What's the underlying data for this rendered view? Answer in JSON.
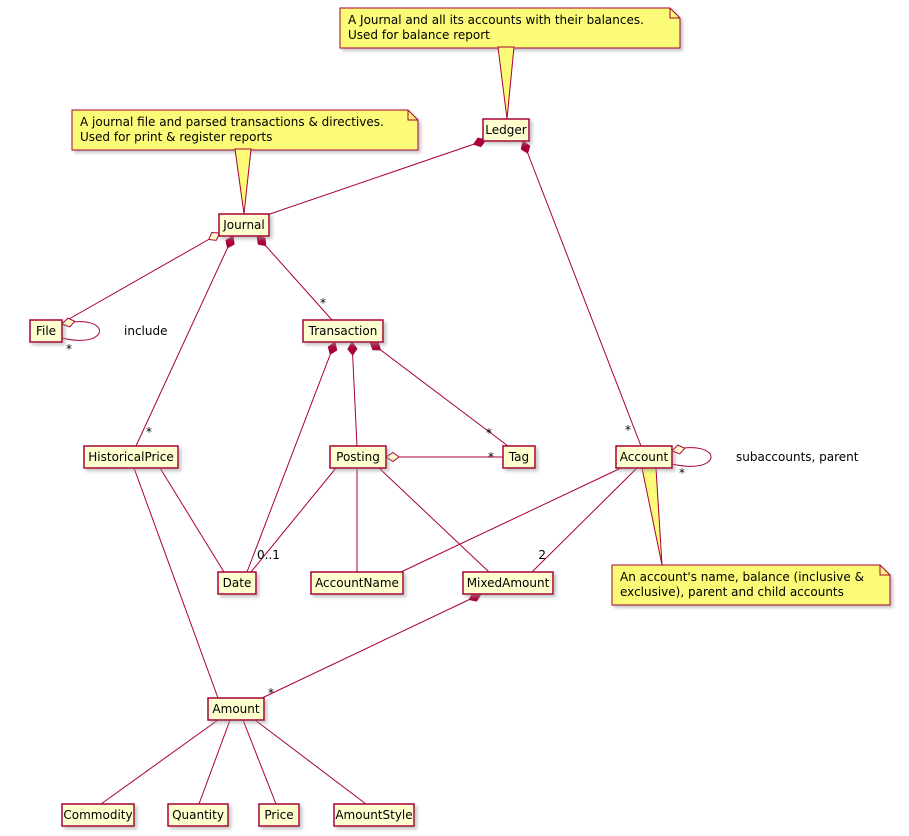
{
  "diagram": {
    "kind": "uml-class-diagram",
    "classes": {
      "ledger": "Ledger",
      "journal": "Journal",
      "file": "File",
      "transaction": "Transaction",
      "historical_price": "HistoricalPrice",
      "posting": "Posting",
      "tag": "Tag",
      "account": "Account",
      "date": "Date",
      "account_name": "AccountName",
      "mixed_amount": "MixedAmount",
      "amount": "Amount",
      "commodity": "Commodity",
      "quantity": "Quantity",
      "price": "Price",
      "amount_style": "AmountStyle"
    },
    "notes": {
      "balance_note": {
        "l1": "A Journal and all its accounts with their balances.",
        "l2": "Used for balance report"
      },
      "journal_note": {
        "l1": "A journal file and parsed transactions & directives.",
        "l2": "Used for print & register reports"
      },
      "account_note": {
        "l1": "An account's name, balance (inclusive &",
        "l2": "exclusive), parent and child accounts"
      }
    },
    "labels": {
      "many": "*",
      "optional": "0..1",
      "two": "2",
      "include": "include",
      "subaccounts_parent": "subaccounts, parent"
    },
    "colors": {
      "class_fill": "#fefece",
      "note_fill": "#fbfb77",
      "border": "#a80036",
      "line": "#a80036",
      "background": "#ffffff"
    },
    "relationships": [
      {
        "from": "Ledger",
        "to": "Journal",
        "type": "composition"
      },
      {
        "from": "Ledger",
        "to": "Account",
        "type": "composition",
        "multiplicity": "*"
      },
      {
        "from": "Journal",
        "to": "File",
        "type": "aggregation"
      },
      {
        "from": "File",
        "to": "File",
        "type": "aggregation",
        "label": "include",
        "multiplicity": "*"
      },
      {
        "from": "Journal",
        "to": "Transaction",
        "type": "composition",
        "multiplicity": "*"
      },
      {
        "from": "Journal",
        "to": "HistoricalPrice",
        "type": "composition",
        "multiplicity": "*"
      },
      {
        "from": "Transaction",
        "to": "Posting",
        "type": "composition"
      },
      {
        "from": "Transaction",
        "to": "Tag",
        "type": "composition",
        "multiplicity": "*"
      },
      {
        "from": "Transaction",
        "to": "Date",
        "type": "composition"
      },
      {
        "from": "Posting",
        "to": "Tag",
        "type": "aggregation",
        "multiplicity": "*"
      },
      {
        "from": "Posting",
        "to": "Date",
        "type": "association",
        "multiplicity": "0..1"
      },
      {
        "from": "Posting",
        "to": "AccountName",
        "type": "association"
      },
      {
        "from": "Posting",
        "to": "MixedAmount",
        "type": "association"
      },
      {
        "from": "Account",
        "to": "AccountName",
        "type": "association"
      },
      {
        "from": "Account",
        "to": "MixedAmount",
        "type": "association",
        "multiplicity": "2"
      },
      {
        "from": "Account",
        "to": "Account",
        "type": "aggregation",
        "label": "subaccounts, parent",
        "multiplicity": "*"
      },
      {
        "from": "HistoricalPrice",
        "to": "Date",
        "type": "association"
      },
      {
        "from": "HistoricalPrice",
        "to": "Amount",
        "type": "association"
      },
      {
        "from": "MixedAmount",
        "to": "Amount",
        "type": "composition",
        "multiplicity": "*"
      },
      {
        "from": "Amount",
        "to": "Commodity",
        "type": "association"
      },
      {
        "from": "Amount",
        "to": "Quantity",
        "type": "association"
      },
      {
        "from": "Amount",
        "to": "Price",
        "type": "association"
      },
      {
        "from": "Amount",
        "to": "AmountStyle",
        "type": "association"
      }
    ]
  }
}
